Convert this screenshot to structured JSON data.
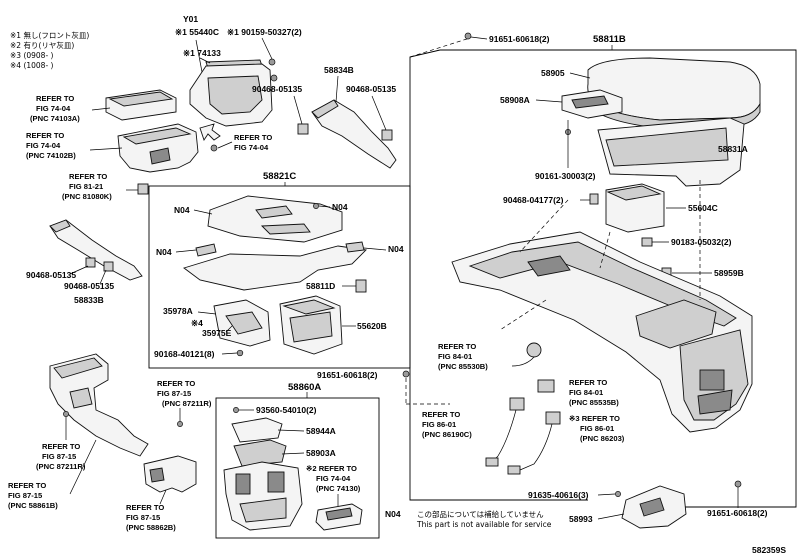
{
  "notes": [
    "※1 無し(フロント灰皿)",
    "※2 有り(リヤ灰皿)",
    "※3 (0908-      )",
    "※4 (1008-      )"
  ],
  "labels": {
    "y01": "Y01",
    "p55440c": "※1 55440C",
    "p90159": "※1 90159-50327(2)",
    "p74133": "※1 74133",
    "p58834b": "58834B",
    "p90468_l": "90468-05135",
    "p90468_r": "90468-05135",
    "p58821c": "58821C",
    "n04_a": "N04",
    "n04_b": "N04",
    "n04_c": "N04",
    "n04_d": "N04",
    "p58811d": "58811D",
    "p35978a": "35978A",
    "p35975e_mark": "※4",
    "p35975e": "35975E",
    "p55620b": "55620B",
    "p90168": "90168-40121(8)",
    "p90468_a": "90468-05135",
    "p90468_b": "90468-05135",
    "p58833b": "58833B",
    "p91651_top": "91651-60618(2)",
    "p58811b": "58811B",
    "p58905": "58905",
    "p58908a": "58908A",
    "p58831a": "58831A",
    "p90161": "90161-30003(2)",
    "p90468_c": "90468-04177(2)",
    "p55604c": "55604C",
    "p90183": "90183-05032(2)",
    "p58959b": "58959B",
    "p91651_mid": "91651-60618(2)",
    "p58860a": "58860A",
    "p93560": "93560-54010(2)",
    "p58944a": "58944A",
    "p58903a": "58903A",
    "p91635": "91635-40616(3)",
    "p58993": "58993",
    "p91651_bot": "91651-60618(2)",
    "code": "582359S"
  },
  "refs": {
    "r74103a": [
      "REFER TO",
      "FIG 74-04",
      "(PNC 74103A)"
    ],
    "r74102b": [
      "REFER TO",
      "FIG 74-04",
      "(PNC 74102B)"
    ],
    "r7404": [
      "REFER TO",
      "FIG 74-04"
    ],
    "r81080k": [
      "REFER TO",
      "FIG 81-21",
      "(PNC 81080K)"
    ],
    "r85530b": [
      "REFER TO",
      "FIG 84-01",
      "(PNC 85530B)"
    ],
    "r85535b": [
      "REFER TO",
      "FIG 84-01",
      "(PNC 85535B)"
    ],
    "r86190c": [
      "REFER TO",
      "FIG 86-01",
      "(PNC 86190C)"
    ],
    "r86203": [
      "※3 REFER TO",
      "FIG 86-01",
      "(PNC 86203)"
    ],
    "r87211r_a": [
      "REFER TO",
      "FIG 87-15",
      "(PNC 87211R)"
    ],
    "r87211r_b": [
      "REFER TO",
      "FIG 87-15",
      "(PNC 87211R)"
    ],
    "r58861b": [
      "REFER TO",
      "FIG 87-15",
      "(PNC 58861B)"
    ],
    "r58862b": [
      "REFER TO",
      "FIG 87-15",
      "(PNC 58862B)"
    ],
    "r74130": [
      "※2 REFER TO",
      "FIG 74-04",
      "(PNC 74130)"
    ]
  },
  "footer": {
    "code": "N04",
    "jp": "この部品については補給していません",
    "en": "This part is not available for service"
  }
}
